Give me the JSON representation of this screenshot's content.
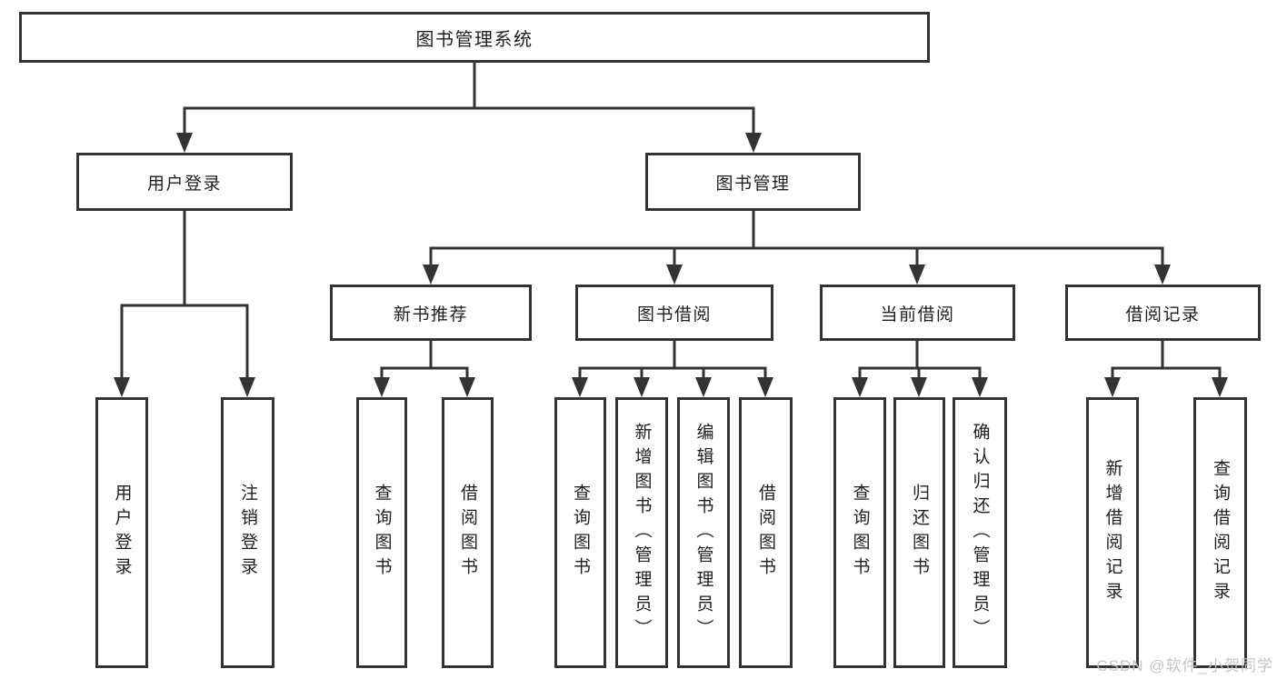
{
  "diagram": {
    "type": "hierarchy-tree",
    "colors": {
      "background": "#ffffff",
      "line": "#333333",
      "box_border": "#333333",
      "box_fill": "#ffffff",
      "text": "#1f1f1f",
      "watermark": "#c3c3c3"
    },
    "tree": {
      "label": "图书管理系统",
      "children": [
        {
          "label": "用户登录",
          "children": [
            {
              "label": "用户登录"
            },
            {
              "label": "注销登录"
            }
          ]
        },
        {
          "label": "图书管理",
          "children": [
            {
              "label": "新书推荐",
              "children": [
                {
                  "label": "查询图书"
                },
                {
                  "label": "借阅图书"
                }
              ]
            },
            {
              "label": "图书借阅",
              "children": [
                {
                  "label": "查询图书"
                },
                {
                  "label": "新增图书（管理员）"
                },
                {
                  "label": "编辑图书（管理员）"
                },
                {
                  "label": "借阅图书"
                }
              ]
            },
            {
              "label": "当前借阅",
              "children": [
                {
                  "label": "查询图书"
                },
                {
                  "label": "归还图书"
                },
                {
                  "label": "确认归还（管理员）"
                }
              ]
            },
            {
              "label": "借阅记录",
              "children": [
                {
                  "label": "新增借阅记录"
                },
                {
                  "label": "查询借阅记录"
                }
              ]
            }
          ]
        }
      ]
    },
    "watermark": {
      "text": "CSDN @软件_小贺同学"
    }
  }
}
